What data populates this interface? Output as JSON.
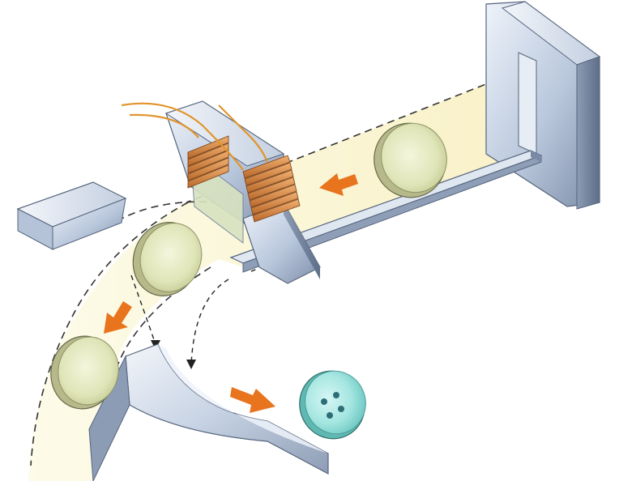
{
  "diagram": {
    "title": "",
    "description": "",
    "colors": {
      "background": "#ffffff",
      "path_fill": "#fbf6d6",
      "metal_light": "#dde6f2",
      "metal_mid": "#a9b8cf",
      "metal_dark": "#6f7f99",
      "coil_copper": "#d98c3a",
      "coil_wire": "#e0952e",
      "coin_face": "#e9edc9",
      "coin_edge": "#b9b98a",
      "arrow_orange": "#e8741e",
      "dashed_line": "#333333",
      "button_teal": "#9fe3df",
      "button_hole": "#2b6e76"
    },
    "components": [
      {
        "name": "wall-bracket-block",
        "icon": "block-icon"
      },
      {
        "name": "guide-rail",
        "icon": "rail-icon"
      },
      {
        "name": "electromagnet-core",
        "icon": "magnet-icon"
      },
      {
        "name": "copper-coil",
        "icon": "coil-icon"
      },
      {
        "name": "deflector-block-left",
        "icon": "block-icon"
      },
      {
        "name": "curved-chute-ramp",
        "icon": "ramp-icon"
      },
      {
        "name": "coin",
        "icon": "coin-icon"
      },
      {
        "name": "rejected-button",
        "icon": "button-icon"
      }
    ],
    "arrows": [
      {
        "name": "coin-direction-arrow-rail",
        "direction": "left"
      },
      {
        "name": "coin-direction-arrow-curve",
        "direction": "down-left"
      },
      {
        "name": "reject-direction-arrow",
        "direction": "right"
      }
    ],
    "coins": [
      {
        "name": "coin-on-rail"
      },
      {
        "name": "coin-leaving-magnet"
      },
      {
        "name": "coin-on-curve"
      }
    ]
  }
}
